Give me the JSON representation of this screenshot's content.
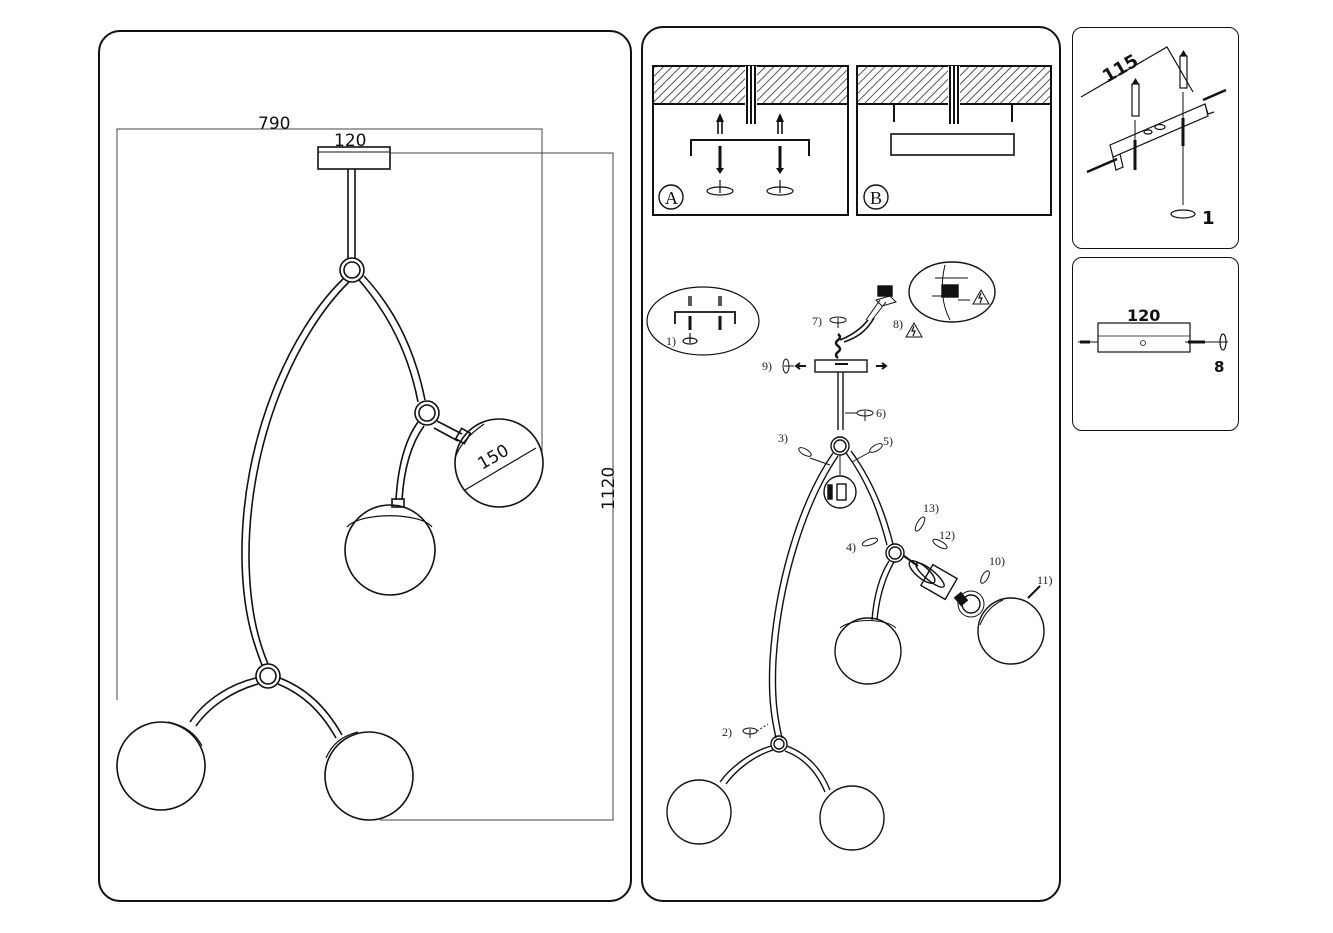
{
  "document": {
    "title": "Pendant lamp dimension and installation diagram",
    "colors": {
      "line": "#111111",
      "background": "#ffffff",
      "dim_line": "#555555"
    }
  },
  "dimension_view": {
    "overall_width": "790",
    "canopy_width": "120",
    "shade_diameter": "150",
    "overall_height": "1120"
  },
  "mounting_options": {
    "option_a": {
      "label": "A"
    },
    "option_b": {
      "label": "B"
    }
  },
  "assembly_view": {
    "steps": [
      "1)",
      "2)",
      "3)",
      "4)",
      "5)",
      "6)",
      "7)",
      "8)",
      "9)",
      "10)",
      "11)",
      "12)",
      "13)"
    ],
    "icons": [
      "screwdriver-rotate-icon",
      "electric-warning-icon",
      "wire-terminal-icon",
      "bulb-icon",
      "globe-shade-icon"
    ]
  },
  "bracket_detail": {
    "width": "115",
    "step_label": "1"
  },
  "canopy_detail": {
    "width": "120",
    "step_label": "8"
  }
}
